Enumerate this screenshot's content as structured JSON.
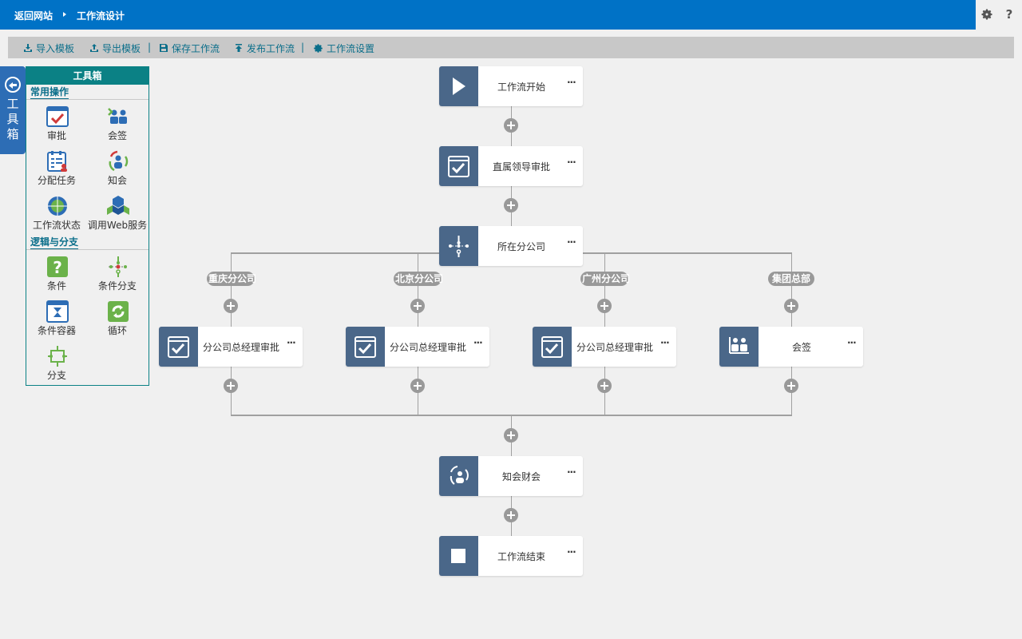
{
  "header": {
    "back_link": "返回网站",
    "page_title": "工作流设计",
    "help_label": "?"
  },
  "toolbar": {
    "import_label": "导入模板",
    "export_label": "导出模板",
    "save_label": "保存工作流",
    "publish_label": "发布工作流",
    "settings_label": "工作流设置",
    "separator": "|"
  },
  "toolbox": {
    "tab_label": "工具箱",
    "title": "工具箱",
    "section_common": "常用操作",
    "section_logic": "逻辑与分支",
    "tools": {
      "approve": "审批",
      "countersign": "会签",
      "assign_task": "分配任务",
      "notify": "知会",
      "status": "工作流状态",
      "web_service": "调用Web服务",
      "condition": "条件",
      "condition_branch": "条件分支",
      "condition_container": "条件容器",
      "loop": "循环",
      "branch": "分支"
    }
  },
  "flow": {
    "more": "···",
    "start": "工作流开始",
    "leader_approval": "直属领导审批",
    "branch_node": "所在分公司",
    "branches": [
      "重庆分公司",
      "北京分公司",
      "广州分公司",
      "集团总部"
    ],
    "branch_tasks": [
      "分公司总经理审批",
      "分公司总经理审批",
      "分公司总经理审批",
      "会签"
    ],
    "notify_node": "知会财会",
    "end": "工作流结束"
  },
  "colors": {
    "topbar": "#0072c6",
    "toolbox_header": "#0b8185",
    "node_icon_bg": "#4a6789",
    "connector": "#a0a0a0"
  }
}
